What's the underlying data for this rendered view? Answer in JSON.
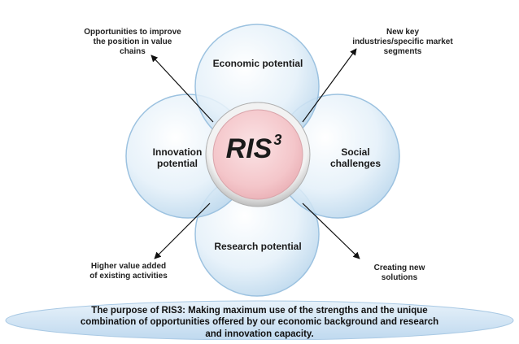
{
  "diagram": {
    "center": {
      "title": "RIS",
      "superscript": "3"
    },
    "petals": {
      "top": "Economic potential",
      "left": "Innovation\npotential",
      "right": "Social\nchallenges",
      "bottom": "Research potential"
    },
    "outcomes": {
      "top_left": "Opportunities to improve\nthe position in value\nchains",
      "top_right": "New key\nindustries/specific market\nsegments",
      "bottom_left": "Higher value added\nof existing activities",
      "bottom_right": "Creating new\nsolutions"
    },
    "banner": "The purpose of RIS3: Making maximum use of the strengths and the unique\ncombination of opportunities offered by our economic background and research\nand innovation capacity.",
    "colors": {
      "petal_fill": "#dbeaf6",
      "petal_edge": "#9cc2e0",
      "center_fill": "#f6c8cc",
      "center_edge": "#c9c9c9",
      "banner_fill": "#cfe3f4"
    }
  }
}
